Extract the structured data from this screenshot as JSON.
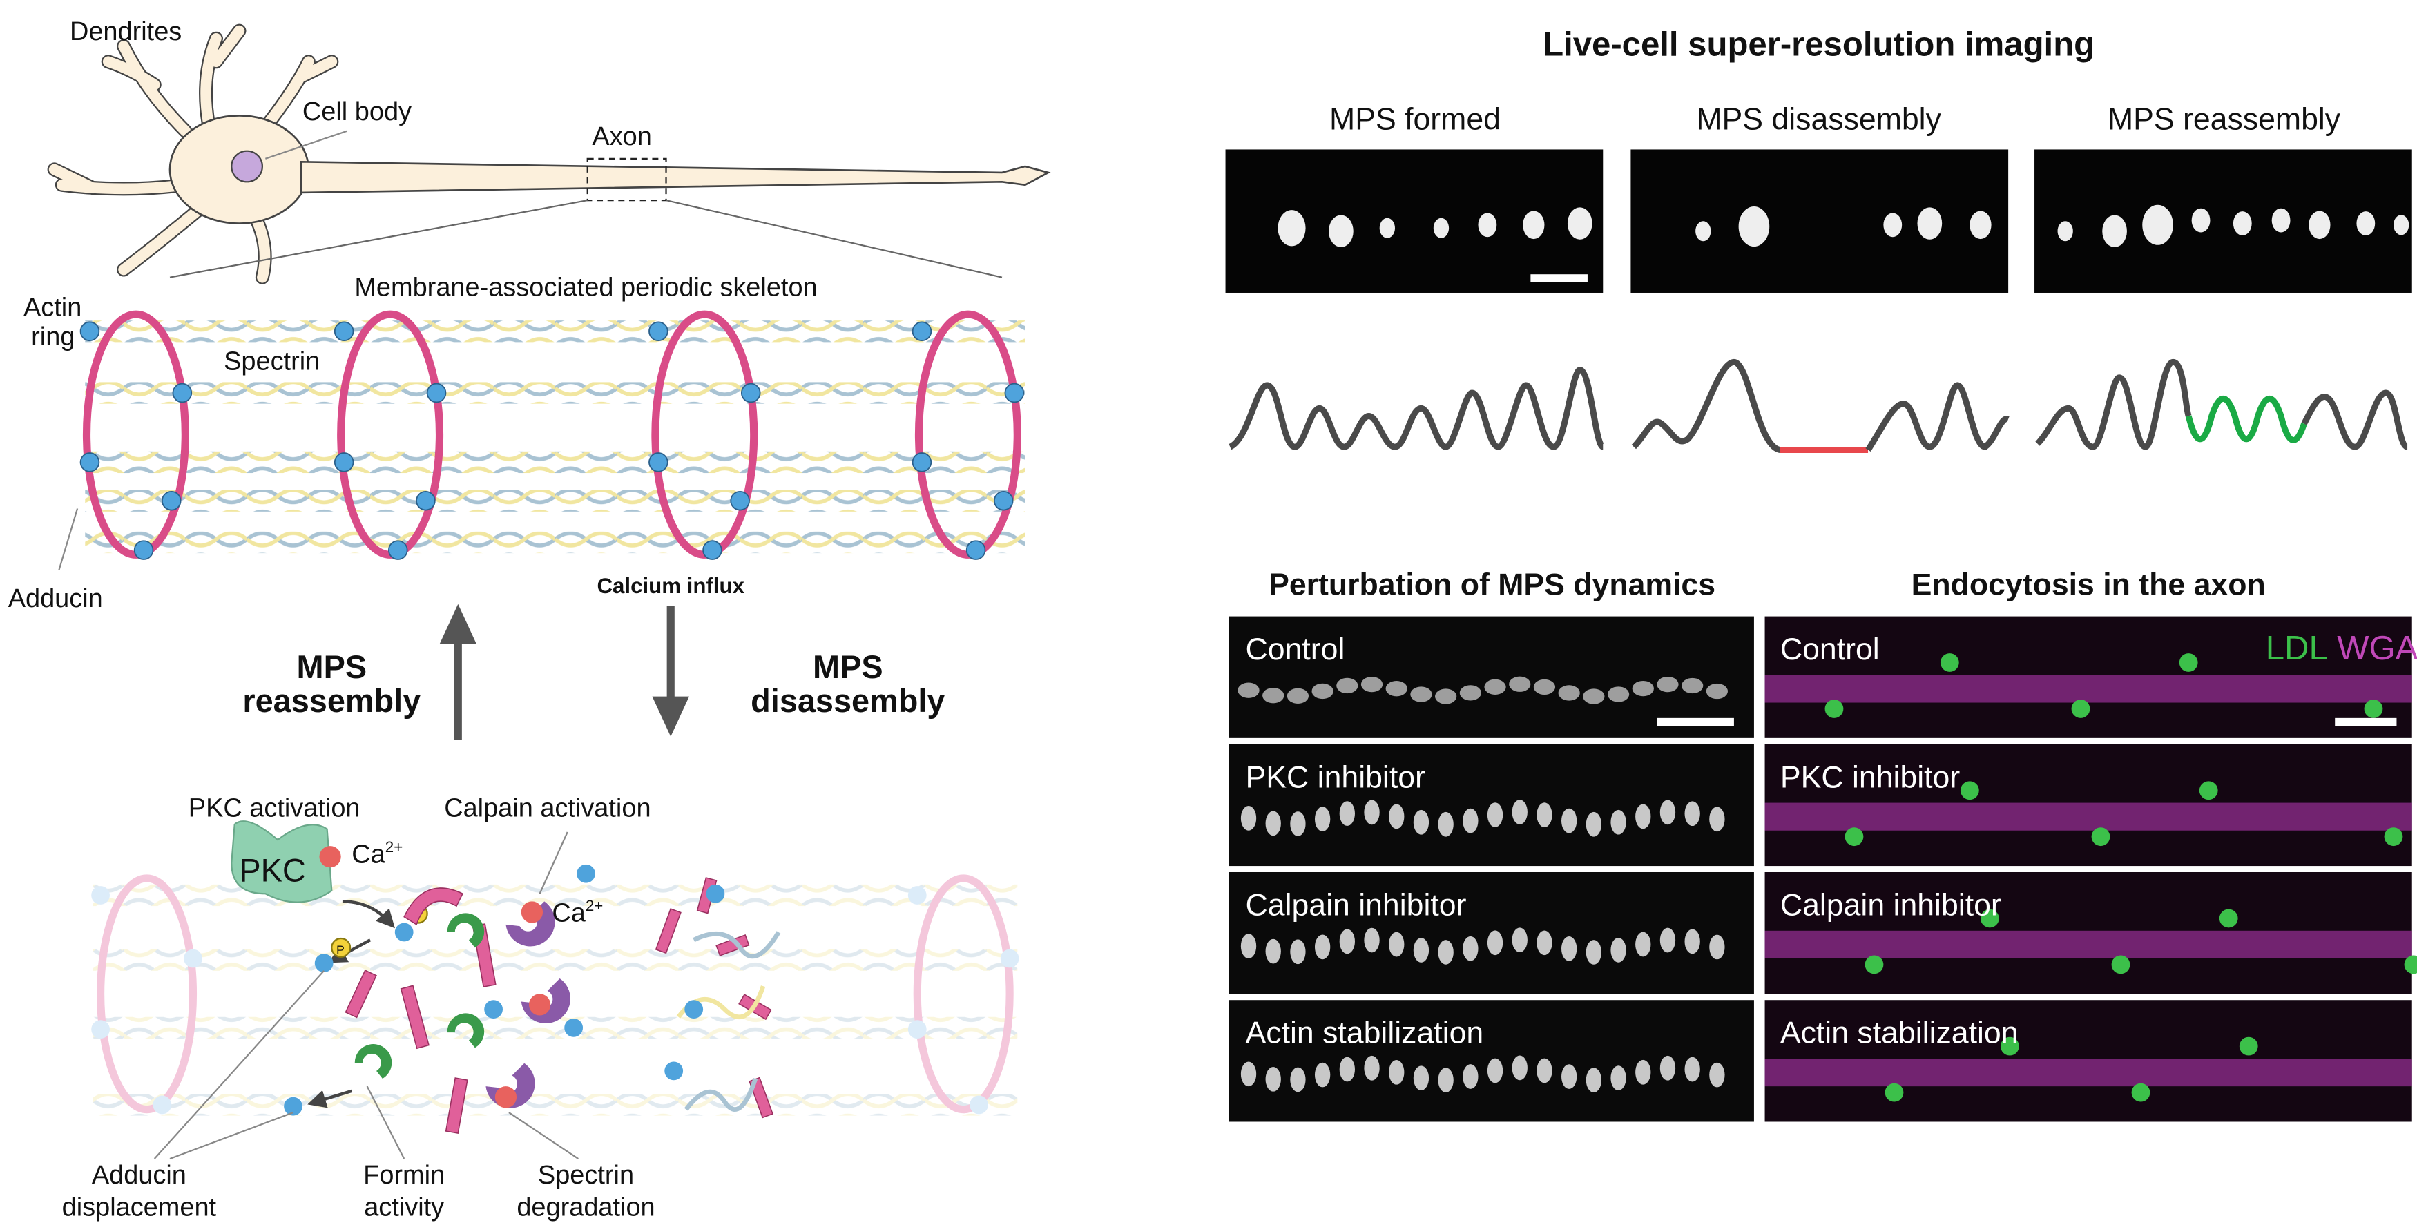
{
  "neuron": {
    "dendrites": "Dendrites",
    "cell_body": "Cell body",
    "axon": "Axon"
  },
  "mps": {
    "title": "Membrane-associated periodic skeleton",
    "actin_ring_1": "Actin",
    "actin_ring_2": "ring",
    "spectrin": "Spectrin",
    "adducin": "Adducin",
    "calcium_influx": "Calcium influx",
    "reassembly_1": "MPS",
    "reassembly_2": "reassembly",
    "disassembly_1": "MPS",
    "disassembly_2": "disassembly"
  },
  "mechanisms": {
    "pkc_activation": "PKC activation",
    "calpain_activation": "Calpain activation",
    "pkc": "PKC",
    "ca": "Ca",
    "ca_charge": "2+",
    "phospho": "P",
    "adducin_displacement_1": "Adducin",
    "adducin_displacement_2": "displacement",
    "formin_1": "Formin",
    "formin_2": "activity",
    "spectrin_deg_1": "Spectrin",
    "spectrin_deg_2": "degradation"
  },
  "live": {
    "title": "Live-cell super-resolution imaging",
    "panels": [
      "MPS formed",
      "MPS disassembly",
      "MPS reassembly"
    ],
    "colors": {
      "trace": "#4a4a4a",
      "gap": "#e8474c",
      "reformed": "#1aaa45"
    }
  },
  "perturbation": {
    "title": "Perturbation of MPS dynamics",
    "rows": [
      "Control",
      "PKC inhibitor",
      "Calpain inhibitor",
      "Actin stabilization"
    ]
  },
  "endocytosis": {
    "title": "Endocytosis in the axon",
    "rows": [
      "Control",
      "PKC inhibitor",
      "Calpain inhibitor",
      "Actin stabilization"
    ],
    "legend_ldl": "LDL",
    "legend_wga": "WGA",
    "colors": {
      "ldl": "#3cc04a",
      "wga": "#c048b8"
    }
  },
  "colors": {
    "actin": "#e0609a",
    "adducin": "#4fa3dc",
    "spectrin_a": "#a9c3d3",
    "spectrin_b": "#f3e9a4",
    "pkc": "#8fd0b0",
    "calpain": "#8a5aa8",
    "formin": "#3a9a4a"
  }
}
